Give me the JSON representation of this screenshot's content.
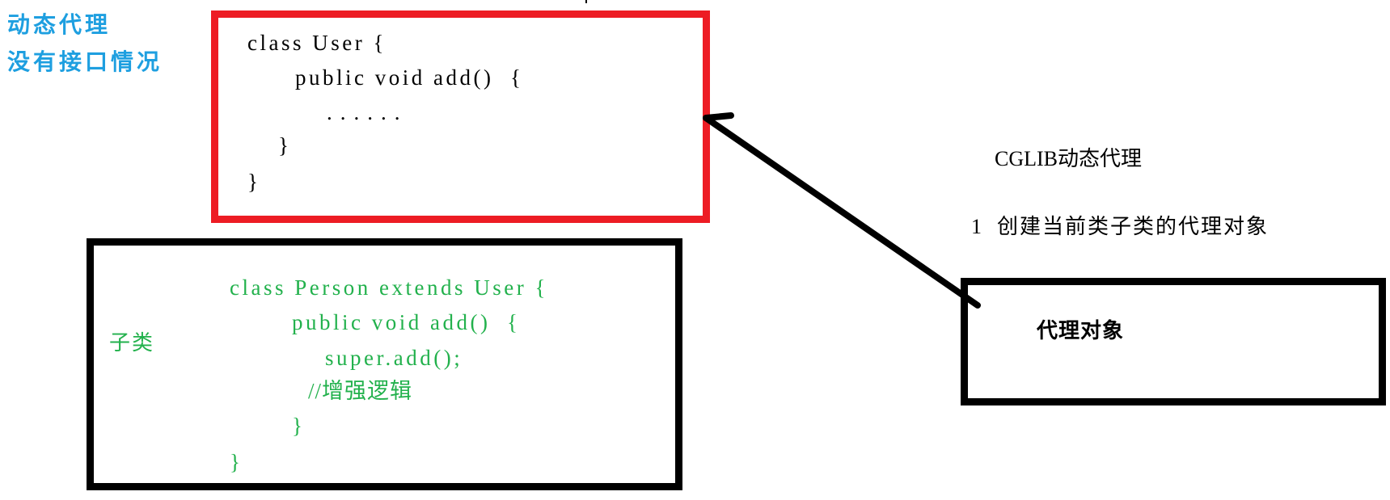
{
  "header": {
    "title_line1": "动态代理",
    "title_line2": "没有接口情况"
  },
  "parent_class": {
    "border_color": "#ed1c24",
    "lines": [
      "class User {",
      "public void add()  {",
      "......",
      "}",
      "}"
    ]
  },
  "subclass": {
    "label": "子类",
    "text_color": "#22b14c",
    "lines": [
      "class Person extends User {",
      "public void add()  {",
      "super.add();",
      "//增强逻辑",
      "}",
      "}"
    ]
  },
  "cglib": {
    "title": "CGLIB动态代理",
    "step1": "1  创建当前类子类的代理对象"
  },
  "proxy_box": {
    "label": "代理对象"
  },
  "colors": {
    "title_blue": "#1e9fe0",
    "red_border": "#ed1c24",
    "green_text": "#22b14c",
    "black": "#000000"
  }
}
